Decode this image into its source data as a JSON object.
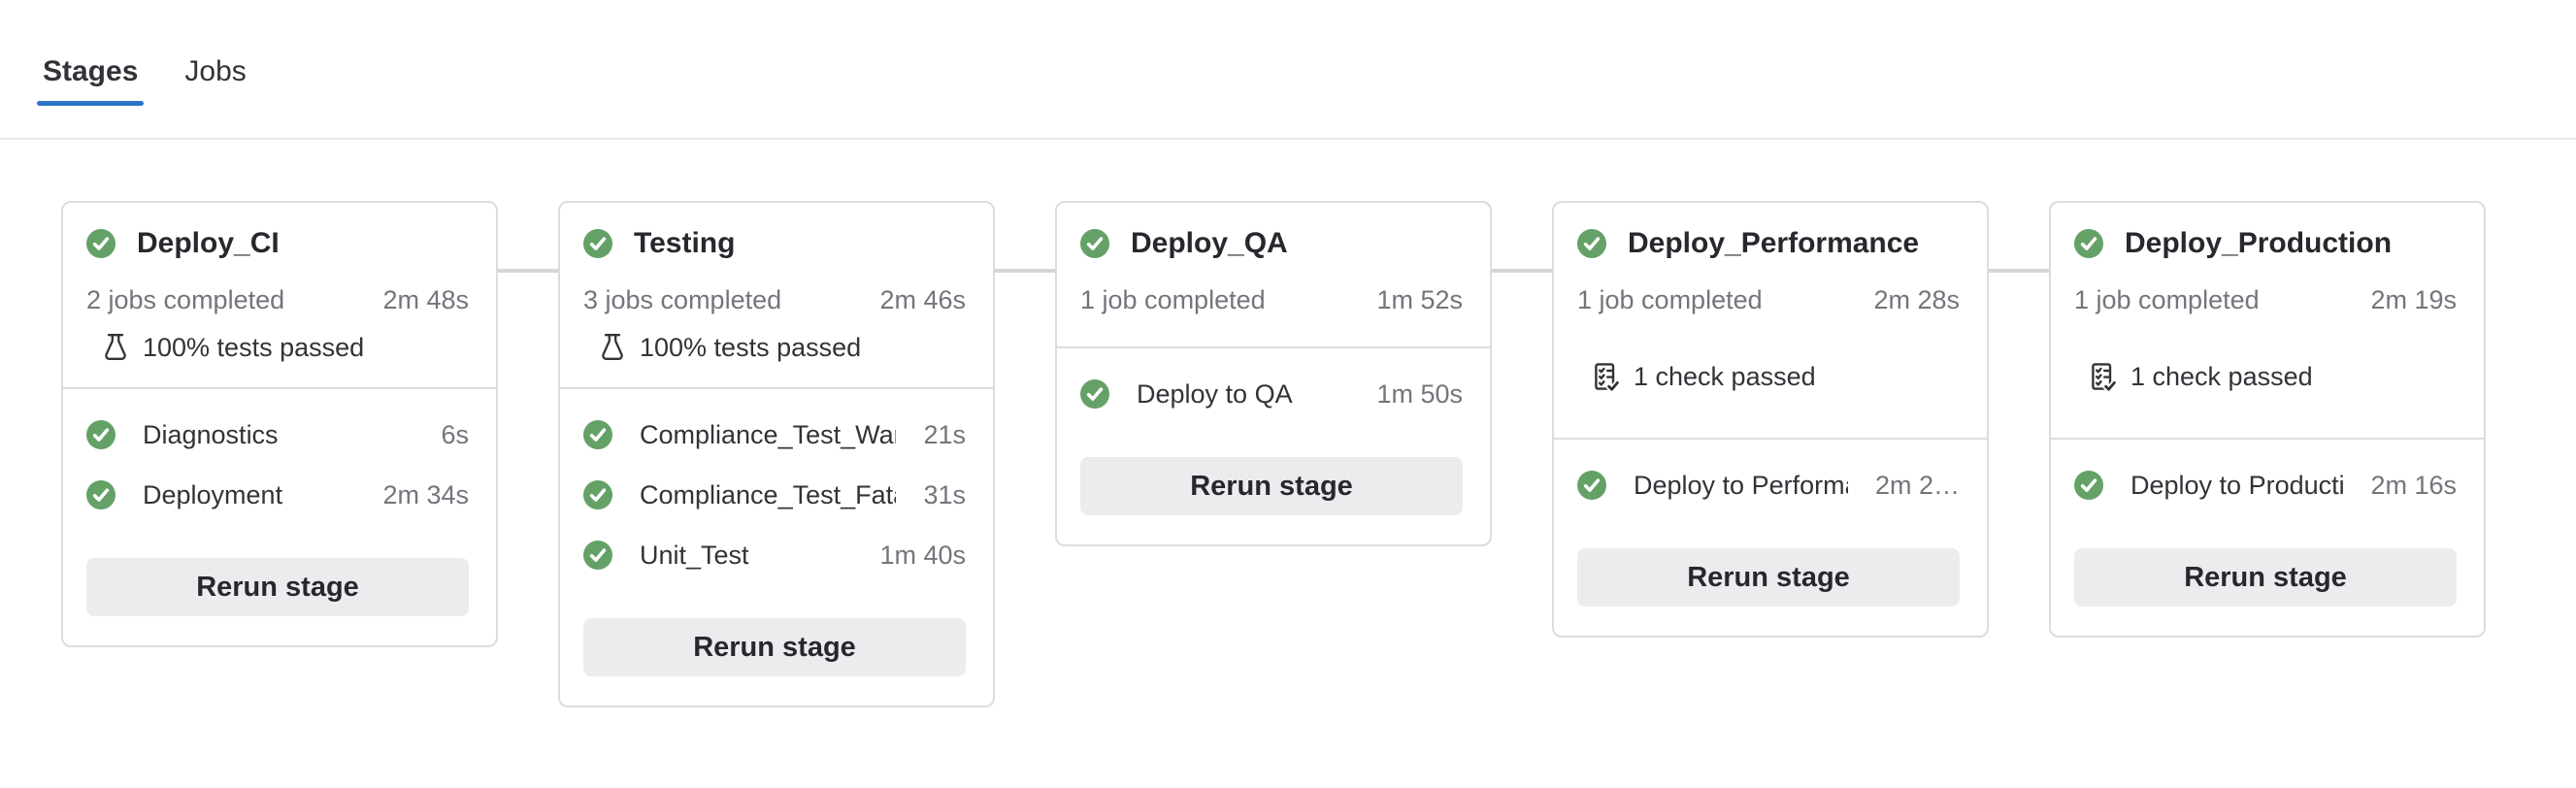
{
  "colors": {
    "accent_blue": "#2f73c8",
    "success_green": "#64a167",
    "card_border": "#dcdcde",
    "connector_gray": "#d6d6d9",
    "text_primary": "#333238",
    "text_secondary": "#75747c",
    "button_bg": "#ececef"
  },
  "tabs": [
    {
      "label": "Stages",
      "active": true
    },
    {
      "label": "Jobs",
      "active": false
    }
  ],
  "stages": [
    {
      "name": "Deploy_CI",
      "status_icon": "check-circle-icon",
      "jobs_completed": "2 jobs completed",
      "duration": "2m 48s",
      "summary": {
        "icon": "flask-icon",
        "text": "100% tests passed"
      },
      "spaced": false,
      "jobs": [
        {
          "status_icon": "check-circle-icon",
          "name": "Diagnostics",
          "duration": "6s"
        },
        {
          "status_icon": "check-circle-icon",
          "name": "Deployment",
          "duration": "2m 34s"
        }
      ],
      "rerun_label": "Rerun stage"
    },
    {
      "name": "Testing",
      "status_icon": "check-circle-icon",
      "jobs_completed": "3 jobs completed",
      "duration": "2m 46s",
      "summary": {
        "icon": "flask-icon",
        "text": "100% tests passed"
      },
      "spaced": false,
      "jobs": [
        {
          "status_icon": "check-circle-icon",
          "name": "Compliance_Test_Warning",
          "duration": "21s"
        },
        {
          "status_icon": "check-circle-icon",
          "name": "Compliance_Test_Fatal",
          "duration": "31s"
        },
        {
          "status_icon": "check-circle-icon",
          "name": "Unit_Test",
          "duration": "1m 40s"
        }
      ],
      "rerun_label": "Rerun stage"
    },
    {
      "name": "Deploy_QA",
      "status_icon": "check-circle-icon",
      "jobs_completed": "1 job completed",
      "duration": "1m 52s",
      "summary": null,
      "spaced": false,
      "jobs": [
        {
          "status_icon": "check-circle-icon",
          "name": "Deploy to QA",
          "duration": "1m 50s"
        }
      ],
      "rerun_label": "Rerun stage"
    },
    {
      "name": "Deploy_Performance",
      "status_icon": "check-circle-icon",
      "jobs_completed": "1 job completed",
      "duration": "2m 28s",
      "summary": {
        "icon": "checklist-icon",
        "text": "1 check passed"
      },
      "spaced": true,
      "jobs": [
        {
          "status_icon": "check-circle-icon",
          "name": "Deploy to Performan…",
          "duration": "2m 2…"
        }
      ],
      "rerun_label": "Rerun stage"
    },
    {
      "name": "Deploy_Production",
      "status_icon": "check-circle-icon",
      "jobs_completed": "1 job completed",
      "duration": "2m 19s",
      "summary": {
        "icon": "checklist-icon",
        "text": "1 check passed"
      },
      "spaced": true,
      "jobs": [
        {
          "status_icon": "check-circle-icon",
          "name": "Deploy to Production",
          "duration": "2m 16s"
        }
      ],
      "rerun_label": "Rerun stage"
    }
  ]
}
